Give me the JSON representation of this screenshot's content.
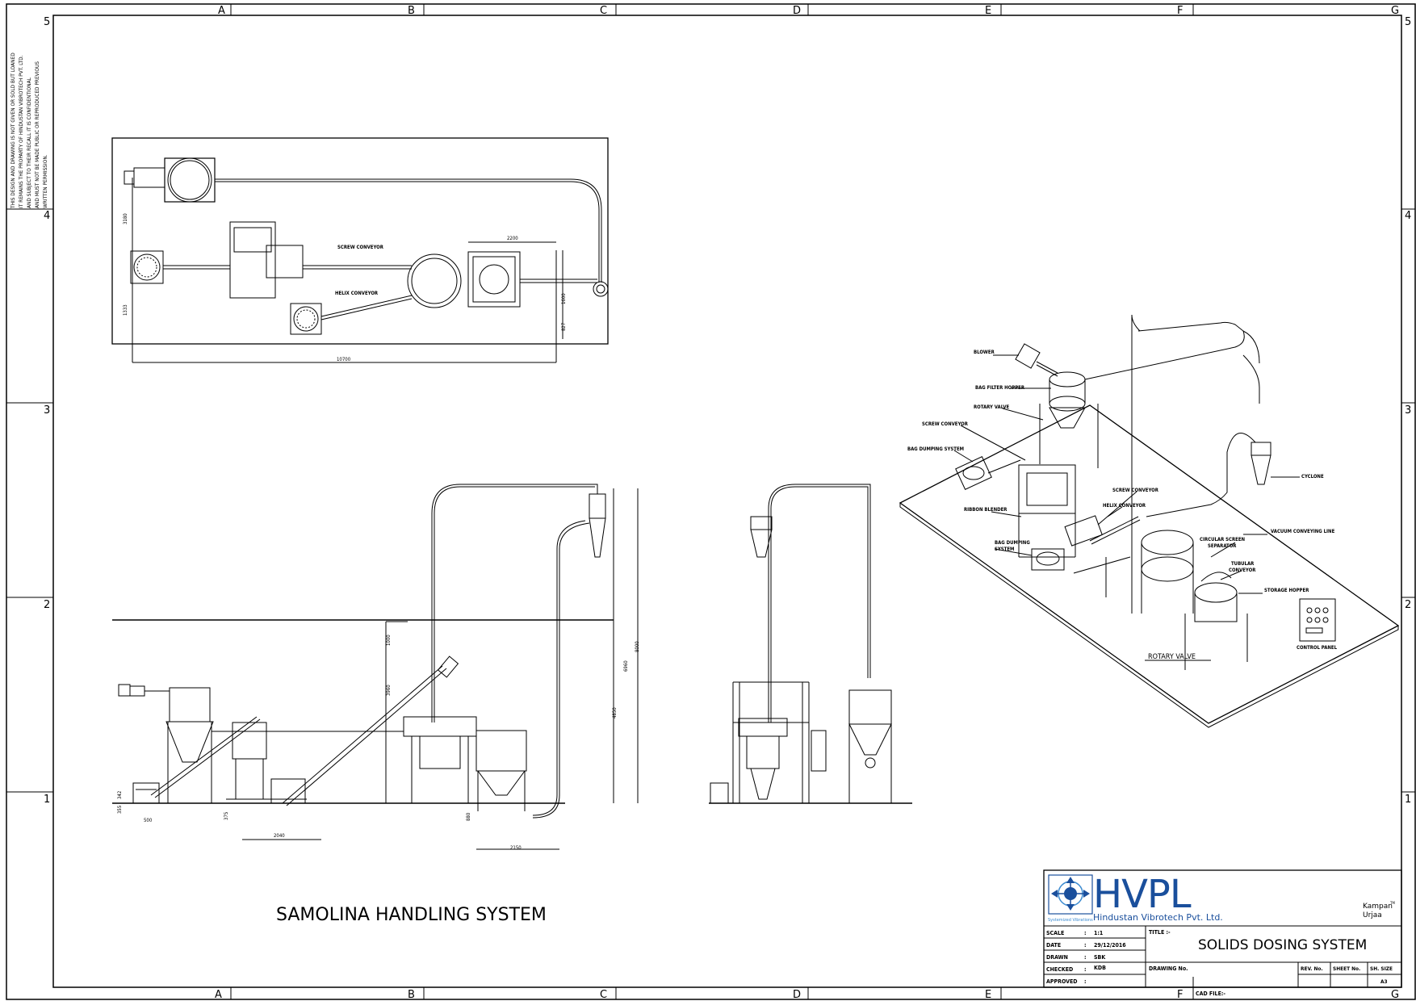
{
  "border": {
    "columns": [
      "A",
      "B",
      "C",
      "D",
      "E",
      "F",
      "G"
    ],
    "rows": [
      "5",
      "4",
      "3",
      "2",
      "1"
    ]
  },
  "notice": [
    "THIS DESIGN AND DRAWING IS NOT GIVEN OR SOLD BUT LOANED",
    "IT REMAINS THE PROPARTY OF HINDUSTAN VIBROTECH PVT. LTD.",
    "AND SUBJECT TO THEIR RECALL IT IS CONFIDENTIONAL",
    "AND MUST NOT BE MADE PUBLIC OR REPRODUCED PREVIOUS",
    "WRITTEN PERMISSION."
  ],
  "plan_view": {
    "labels": {
      "screw_conveyor": "SCREW CONVEYOR",
      "helix_conveyor": "HELIX CONVEYOR"
    },
    "dims": {
      "d3180": "3180",
      "d1333": "1333",
      "d2200": "2200",
      "d1600": "1600",
      "d827": "827",
      "d10700": "10700"
    }
  },
  "elevation": {
    "title": "SAMOLINA HANDLING SYSTEM",
    "dims": {
      "d1000": "1000",
      "d3960": "3960",
      "d6960": "6960",
      "d8000": "8000",
      "d4850": "4850",
      "d342": "342",
      "d355": "355",
      "d500": "500",
      "d375": "375",
      "d2040": "2040",
      "d880": "880",
      "d2150": "2150"
    }
  },
  "iso_labels": {
    "blower": "BLOWER",
    "bag_filter_hopper": "BAG FILTER HOPPER",
    "rotary_valve_top": "ROTARY VALVE",
    "screw_conveyor": "SCREW CONVEYOR",
    "bag_dumping_1": "BAG DUMPING SYSTEM",
    "ribbon_blender": "RIBBON BLENDER",
    "bag_dumping_2a": "BAG DUMPING",
    "bag_dumping_2b": "SYSTEM",
    "screw_conveyor_2": "SCREW CONVEYOR",
    "helix_conveyor": "HELIX CONVEYOR",
    "cyclone": "CYCLONE",
    "vacuum_line": "VACUUM CONVEYING LINE",
    "circular_sep_a": "CIRCULAR SCREEN",
    "circular_sep_b": "SEPARATOR",
    "tubular_a": "TUBULAR",
    "tubular_b": "CONVEYOR",
    "storage_hopper": "STORAGE HOPPER",
    "control_panel": "CONTROL PANEL",
    "rotary_valve": "ROTARY VALVE"
  },
  "title_block": {
    "logo_text": "HVPL",
    "logo_tagline": "Systemized Vibrations",
    "company": "Hindustan Vibrotech Pvt. Ltd.",
    "brand_1": "Kampan",
    "brand_tm": "TM",
    "brand_2": "Urjaa",
    "rows": [
      {
        "label": "SCALE",
        "sep": ":",
        "value": "1:1"
      },
      {
        "label": "DATE",
        "sep": ":",
        "value": "29/12/2016"
      },
      {
        "label": "DRAWN",
        "sep": ":",
        "value": "SBK"
      },
      {
        "label": "CHECKED",
        "sep": ":",
        "value": "KDB"
      },
      {
        "label": "APPROVED",
        "sep": ":",
        "value": ""
      }
    ],
    "title_label": "TITLE :-",
    "title": "SOLIDS DOSING SYSTEM",
    "drawing_no": "DRAWING No.",
    "rev_no": "REV. No.",
    "sheet_no": "SHEET No.",
    "sh_size": "SH. SIZE",
    "sh_size_value": "A3",
    "cad_file": "CAD FILE:-"
  },
  "colors": {
    "line": "#000000",
    "logo_blue": "#1a4f9c",
    "logo_light": "#3a8ad0"
  }
}
